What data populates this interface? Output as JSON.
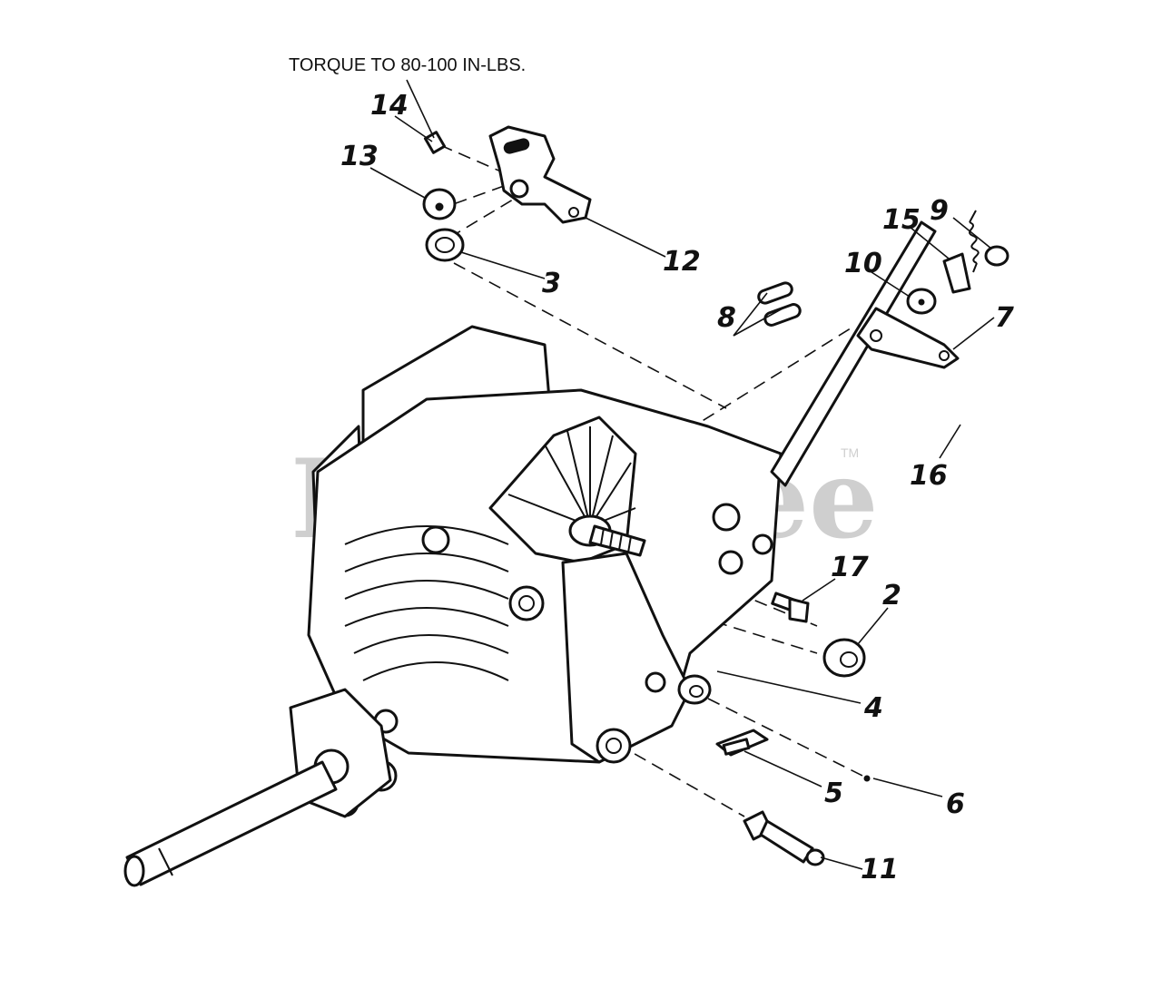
{
  "note": "TORQUE TO 80-100 IN-LBS.",
  "watermark": "PartsTree",
  "watermark_tm": "TM",
  "callouts": [
    {
      "id": "c1",
      "label": "14"
    },
    {
      "id": "c2",
      "label": "13"
    },
    {
      "id": "c3",
      "label": "12"
    },
    {
      "id": "c4",
      "label": "3"
    },
    {
      "id": "c5",
      "label": "15"
    },
    {
      "id": "c6",
      "label": "9"
    },
    {
      "id": "c7",
      "label": "10"
    },
    {
      "id": "c8",
      "label": "7"
    },
    {
      "id": "c9",
      "label": "8"
    },
    {
      "id": "c10",
      "label": "16"
    },
    {
      "id": "c11",
      "label": "17"
    },
    {
      "id": "c12",
      "label": "2"
    },
    {
      "id": "c13",
      "label": "4"
    },
    {
      "id": "c14",
      "label": "5"
    },
    {
      "id": "c15",
      "label": "6"
    },
    {
      "id": "c16",
      "label": "11"
    }
  ]
}
